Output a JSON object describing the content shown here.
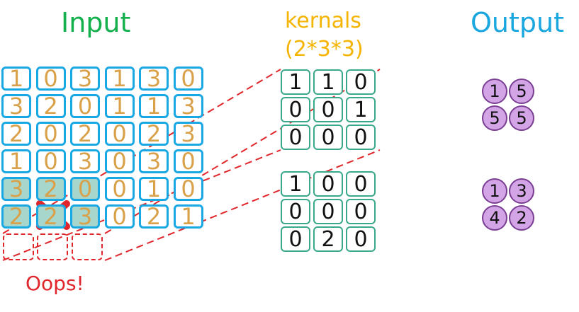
{
  "titles": {
    "input": "Input",
    "kernels_line1": "kernals",
    "kernels_line2": "(2*3*3)",
    "output": "Output"
  },
  "input_grid": [
    [
      "1",
      "0",
      "3",
      "1",
      "3",
      "0"
    ],
    [
      "3",
      "2",
      "0",
      "1",
      "1",
      "3"
    ],
    [
      "2",
      "0",
      "2",
      "0",
      "2",
      "3"
    ],
    [
      "1",
      "0",
      "3",
      "0",
      "3",
      "0"
    ],
    [
      "3",
      "2",
      "0",
      "0",
      "1",
      "0"
    ],
    [
      "2",
      "2",
      "3",
      "0",
      "2",
      "1"
    ]
  ],
  "highlighted_cells": [
    [
      4,
      0
    ],
    [
      4,
      1
    ],
    [
      4,
      2
    ],
    [
      5,
      0
    ],
    [
      5,
      1
    ],
    [
      5,
      2
    ]
  ],
  "kernel1": [
    [
      "1",
      "1",
      "0"
    ],
    [
      "0",
      "0",
      "1"
    ],
    [
      "0",
      "0",
      "0"
    ]
  ],
  "kernel2": [
    [
      "1",
      "0",
      "0"
    ],
    [
      "0",
      "0",
      "0"
    ],
    [
      "0",
      "2",
      "0"
    ]
  ],
  "output1": [
    "1",
    "5",
    "5",
    "5"
  ],
  "output2": [
    "1",
    "3",
    "4",
    "2"
  ],
  "oops_label": "Oops!",
  "colors": {
    "input_border": "#19a8e3",
    "input_text": "#d8a14a",
    "highlight_fill": "#a7d6cd",
    "kernel_border": "#3aa88a",
    "output_fill": "#d3a5e6",
    "output_border": "#7a3e93",
    "error_red": "#e0262b"
  },
  "icons": {
    "error_mark": "red-x-icon"
  }
}
